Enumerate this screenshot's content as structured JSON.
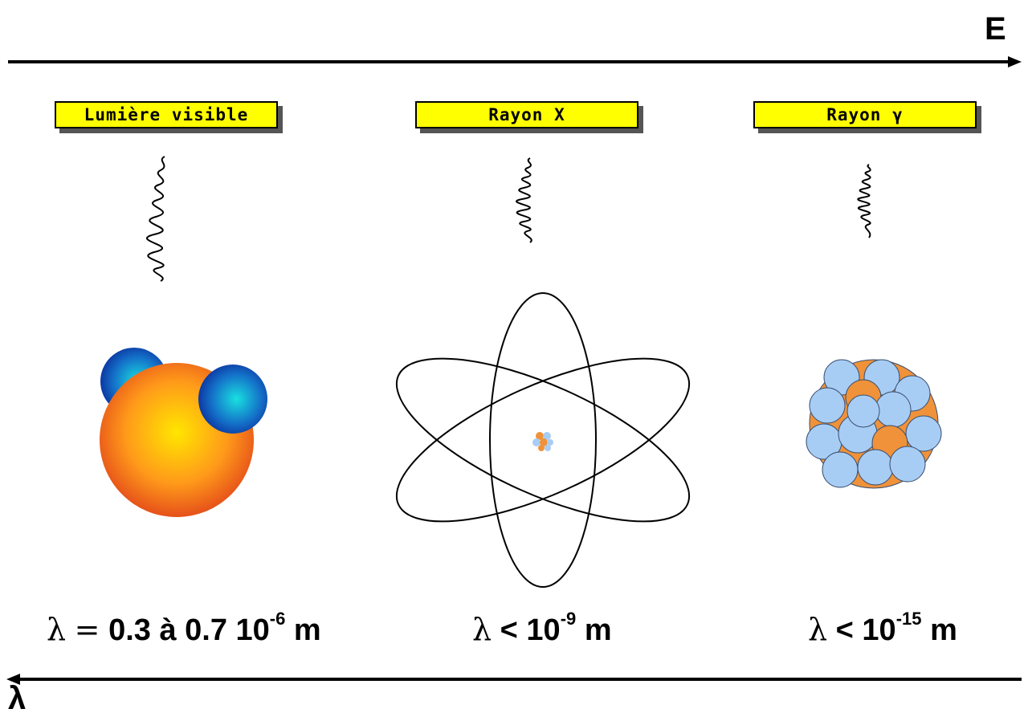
{
  "axes": {
    "energy_label": "E",
    "wavelength_label": "λ"
  },
  "columns": [
    {
      "badge": "Lumière visible",
      "formula": {
        "symbol": "λ",
        "relation": "=",
        "text": "0.3 à 0.7 10",
        "exponent": "-6",
        "unit": "m"
      },
      "illustration": "molecule-icon"
    },
    {
      "badge": "Rayon X",
      "formula": {
        "symbol": "λ",
        "relation": "<",
        "text": "10",
        "exponent": "-9",
        "unit": "m"
      },
      "illustration": "atom-icon"
    },
    {
      "badge": "Rayon γ",
      "formula": {
        "symbol": "λ",
        "relation": "<",
        "text": "10",
        "exponent": "-15",
        "unit": "m"
      },
      "illustration": "nucleus-icon"
    }
  ],
  "colors": {
    "badge": "#ffff00",
    "molecule_core": "#ff8c1a",
    "molecule_satellite": "#1a5fd0",
    "nucleon_blue": "#a8cdf5",
    "nucleon_orange": "#f0923a"
  }
}
